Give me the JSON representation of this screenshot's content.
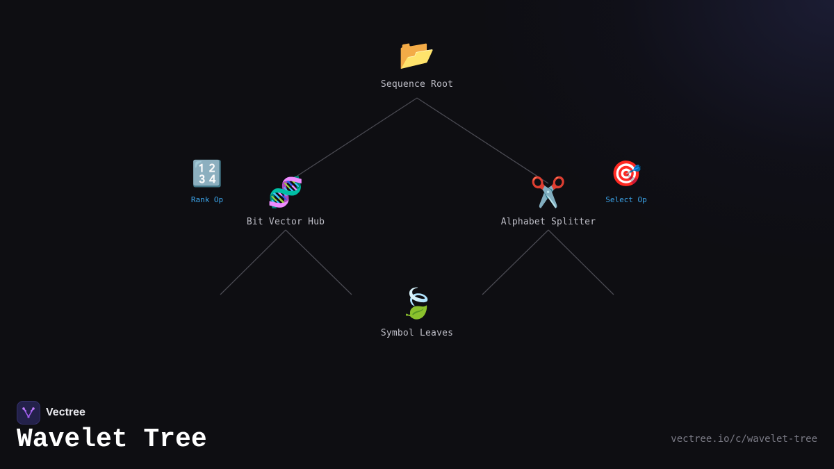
{
  "diagram": {
    "nodes": [
      {
        "id": "root",
        "label": "Sequence Root",
        "icon": "folder-icon",
        "glyph": "📂"
      },
      {
        "id": "bit",
        "label": "Bit Vector Hub",
        "icon": "dna-icon",
        "glyph": "🧬"
      },
      {
        "id": "alpha",
        "label": "Alphabet Splitter",
        "icon": "scissors-icon",
        "glyph": "✂️"
      },
      {
        "id": "leaves",
        "label": "Symbol Leaves",
        "icon": "leaves-icon",
        "glyph": "🍃"
      }
    ],
    "side_ops": [
      {
        "id": "rank",
        "label": "Rank Op",
        "icon": "numbers-icon",
        "glyph": "🔢"
      },
      {
        "id": "select",
        "label": "Select Op",
        "icon": "target-icon",
        "glyph": "🎯"
      }
    ],
    "edges": [
      [
        "root",
        "bit"
      ],
      [
        "root",
        "alpha"
      ]
    ],
    "line_color": "#4a4a52",
    "accent_color": "#3ba3e8"
  },
  "brand": {
    "name": "Vectree",
    "logo_color": "#a15cf0"
  },
  "title": "Wavelet Tree",
  "url": "vectree.io/c/wavelet-tree"
}
